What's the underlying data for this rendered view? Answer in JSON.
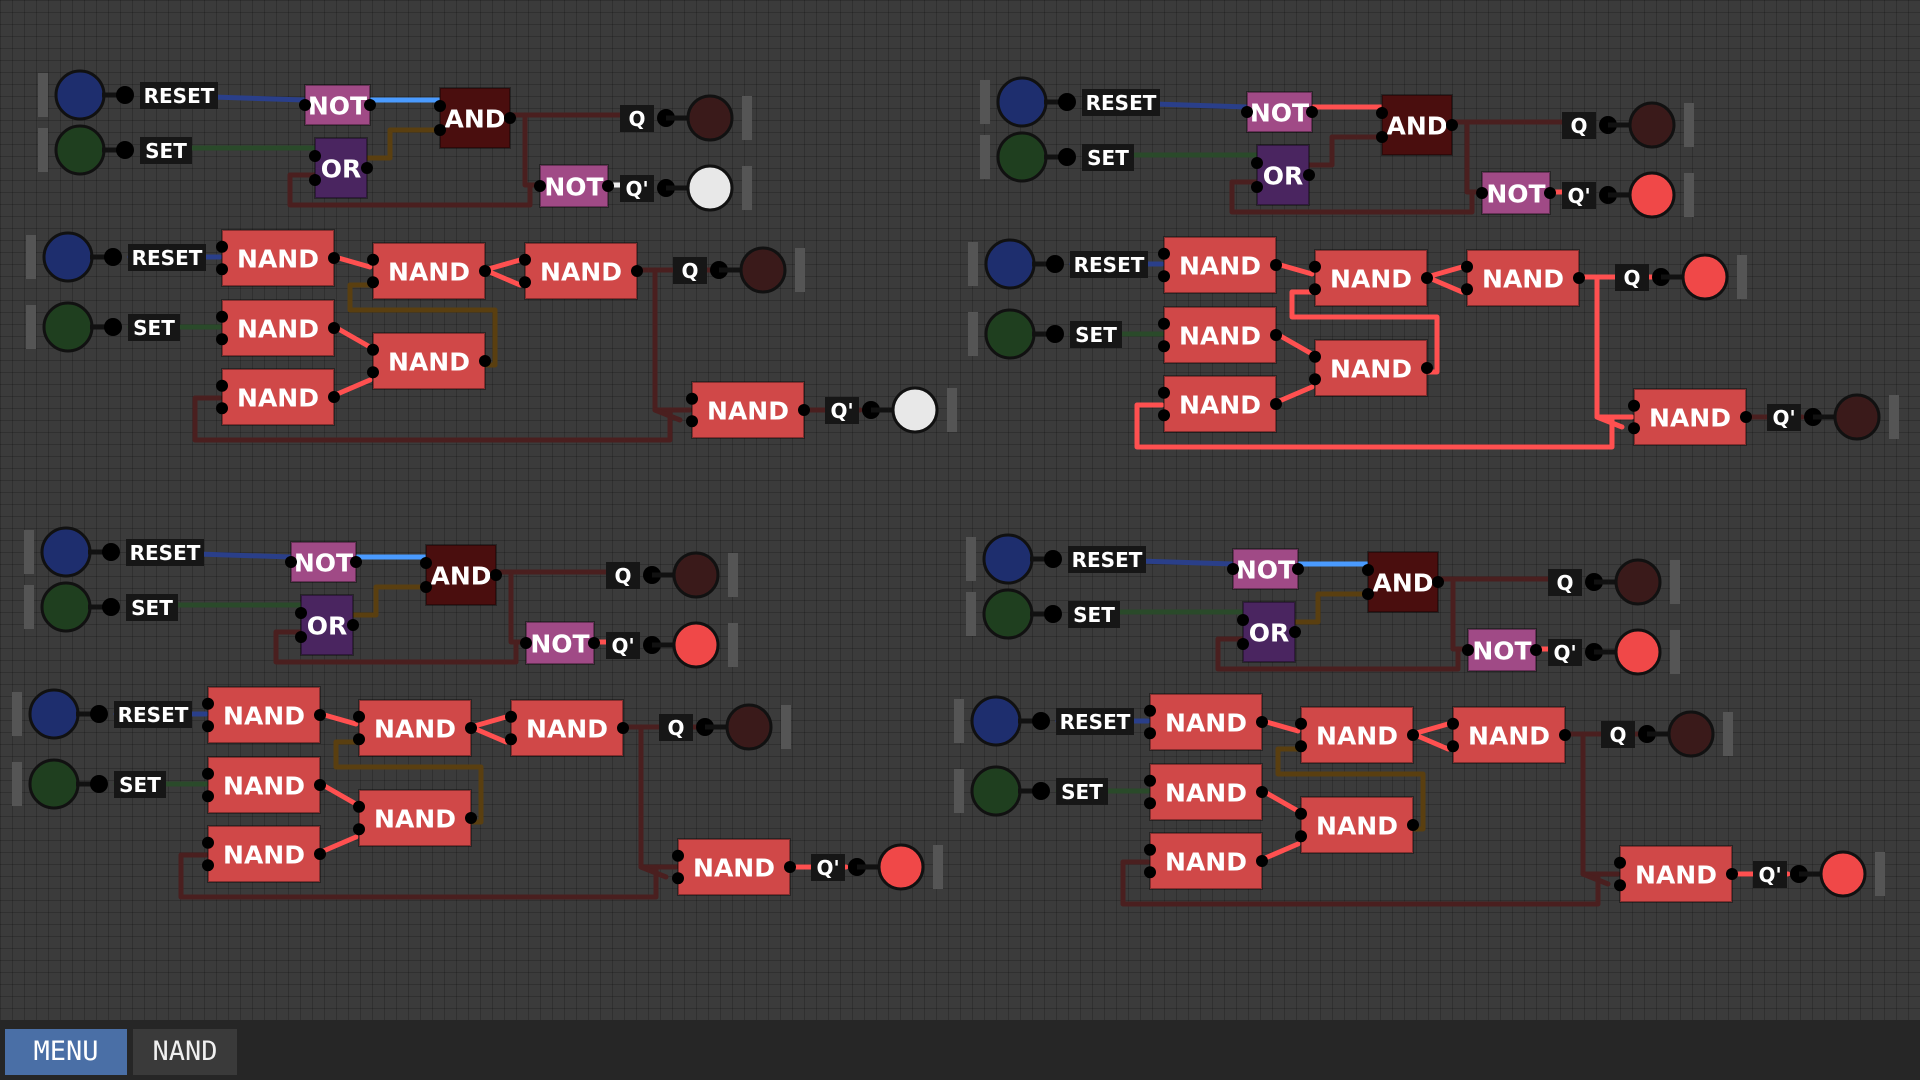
{
  "circuit": {
    "reset_label": "RESET",
    "set_label": "SET",
    "not_label": "NOT",
    "and_label": "AND",
    "or_label": "OR",
    "nand_label": "NAND",
    "q_label": "Q",
    "qbar_label": "Q'"
  },
  "colors": {
    "background": "#3b3b3b",
    "nand_gate": "#d04848",
    "and_gate": "#4a0e0e",
    "or_gate": "#4a2560",
    "not_gate": "#a04a86",
    "reset_input": "#1e2e6e",
    "set_input": "#1f3f1f",
    "signal_on": "#ff5050",
    "signal_off": "#4a1f1f",
    "output_on": "#f04848",
    "output_off": "#3a1a1a",
    "output_white": "#e8e8e8"
  },
  "panels": [
    {
      "id": "top-left",
      "outputs": {
        "simple_q": "off",
        "simple_qbar": "white",
        "nand_q": "off",
        "nand_qbar": "white"
      },
      "nand_feedback_active": false
    },
    {
      "id": "top-right",
      "outputs": {
        "simple_q": "off",
        "simple_qbar": "on",
        "nand_q": "on",
        "nand_qbar": "off"
      },
      "nand_feedback_active": true
    },
    {
      "id": "bottom-left",
      "outputs": {
        "simple_q": "off",
        "simple_qbar": "on",
        "nand_q": "off",
        "nand_qbar": "on"
      },
      "nand_feedback_active": false
    },
    {
      "id": "bottom-right",
      "outputs": {
        "simple_q": "off",
        "simple_qbar": "on",
        "nand_q": "off",
        "nand_qbar": "on"
      },
      "nand_feedback_active": false
    }
  ],
  "toolbar": {
    "menu_label": "MENU",
    "nand_label": "NAND"
  }
}
